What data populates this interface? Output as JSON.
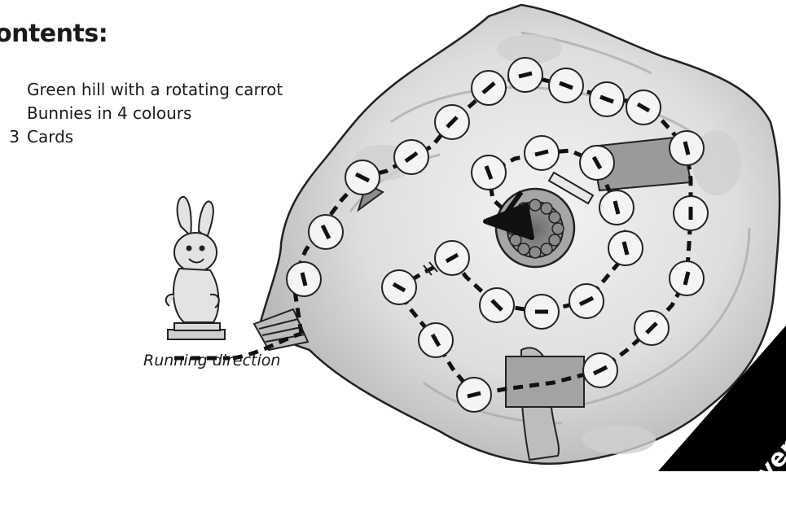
{
  "heading": "ontents:",
  "contents": [
    {
      "qty": "",
      "text": "Green hill with a rotating carrot"
    },
    {
      "qty": "",
      "text": "Bunnies in 4 colours"
    },
    {
      "qty": "3",
      "text": "Cards"
    }
  ],
  "caption": "Running direction",
  "brand": "Ravensburger",
  "colors": {
    "ink": "#1a1a1a",
    "hill": "#d9d9d9",
    "hill_shadow": "#9a9a9a",
    "space": "#f4f4f4",
    "black_brand": "#000000"
  },
  "icons": [
    "bunny-figure-icon",
    "carrot-arrow-icon",
    "bridge-icon",
    "stairs-icon"
  ]
}
